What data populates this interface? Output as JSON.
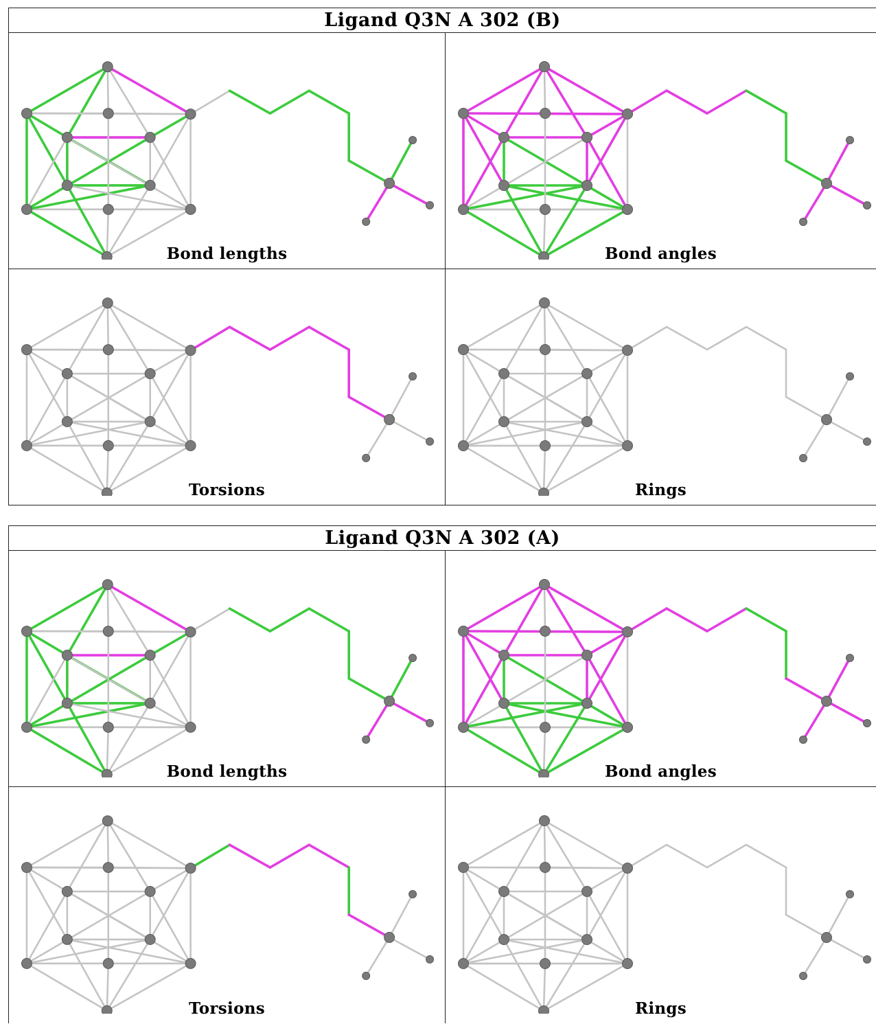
{
  "colors": {
    "neutral": "#c4c4c4",
    "green": "#3dcb3d",
    "magenta": "#e23ee2",
    "atom": "#7a7a7a"
  },
  "tables": [
    {
      "title": "Ligand Q3N A 302 (B)",
      "panels": [
        {
          "caption": "Bond lengths",
          "green": [
            "T-UL",
            "T-UIL",
            "UL-UIL",
            "UL-UIR",
            "UL-LL",
            "UL-LIL",
            "UIL-LIL",
            "UIR-LL",
            "UIL-LIR",
            "LL-LIR",
            "LL-LIL",
            "LL-B",
            "LIL-LIR",
            "LIL-B",
            "UIR-UR",
            "C1-C2",
            "C2-C3",
            "C3-C4",
            "C4-C5",
            "C5-C6",
            "C6-Q",
            "Q-F1"
          ],
          "magenta": [
            "T-UR",
            "UIL-UIR",
            "Q-F3",
            "Q-F2"
          ]
        },
        {
          "caption": "Bond angles",
          "green": [
            "LL-B",
            "LIL-B",
            "LIR-B",
            "LR-B",
            "LL-LIR",
            "LIL-LR",
            "LIL-LIR",
            "LIR-LR",
            "UL-LIL",
            "UIL-LIL",
            "UIR-LIR",
            "UIL-LR",
            "C3-C4",
            "C4-C5",
            "C5-C6",
            "C6-Q"
          ],
          "magenta": [
            "T-UL",
            "T-UIL",
            "T-UIR",
            "T-UR",
            "UL-UIL",
            "UIL-UIR",
            "UIR-UR",
            "UL-UR",
            "UL-LL",
            "UL-LIL",
            "UIL-LL",
            "UIR-LIR",
            "UIR-LR",
            "UR-LIR",
            "UR-C1",
            "C1-C2",
            "C2-C3",
            "Q-F1",
            "Q-F2",
            "Q-F3"
          ]
        },
        {
          "caption": "Torsions",
          "green": [],
          "magenta": [
            "UR-C1",
            "C1-C2",
            "C2-C3",
            "C3-C4",
            "C4-C5",
            "C5-C6",
            "C6-Q"
          ]
        },
        {
          "caption": "Rings",
          "green": [],
          "magenta": []
        }
      ]
    },
    {
      "title": "Ligand Q3N A 302 (A)",
      "panels": [
        {
          "caption": "Bond lengths",
          "green": [
            "T-UL",
            "T-UIL",
            "UL-UIL",
            "UL-UIR",
            "UL-LL",
            "UL-LIL",
            "UIL-LIL",
            "UIR-LL",
            "UIL-LIR",
            "LL-LIR",
            "LL-LIL",
            "LL-B",
            "LIL-LIR",
            "LIL-B",
            "UIR-UR",
            "C1-C2",
            "C2-C3",
            "C3-C4",
            "C4-C5",
            "C5-C6",
            "C6-Q",
            "Q-F1"
          ],
          "magenta": [
            "T-UR",
            "UIL-UIR",
            "Q-F3",
            "Q-F2"
          ]
        },
        {
          "caption": "Bond angles",
          "green": [
            "LL-B",
            "LIL-B",
            "LIR-B",
            "LR-B",
            "LL-LIR",
            "LIL-LR",
            "LIL-LIR",
            "LIR-LR",
            "UL-LIL",
            "UIL-LIL",
            "UIR-LIR",
            "UIL-LR",
            "C3-C4",
            "C4-C5"
          ],
          "magenta": [
            "T-UL",
            "T-UIL",
            "T-UIR",
            "T-UR",
            "UL-UIL",
            "UIL-UIR",
            "UIR-UR",
            "UL-UR",
            "UL-LL",
            "UL-LIL",
            "UIL-LL",
            "UIR-LIR",
            "UIR-LR",
            "UR-LIR",
            "UR-C1",
            "C1-C2",
            "C2-C3",
            "C5-C6",
            "C6-Q",
            "Q-F1",
            "Q-F2",
            "Q-F3"
          ]
        },
        {
          "caption": "Torsions",
          "green": [
            "UR-C1",
            "C4-C5"
          ],
          "magenta": [
            "C1-C2",
            "C2-C3",
            "C3-C4",
            "C5-C6",
            "C6-Q"
          ]
        },
        {
          "caption": "Rings",
          "green": [],
          "magenta": []
        }
      ]
    }
  ]
}
